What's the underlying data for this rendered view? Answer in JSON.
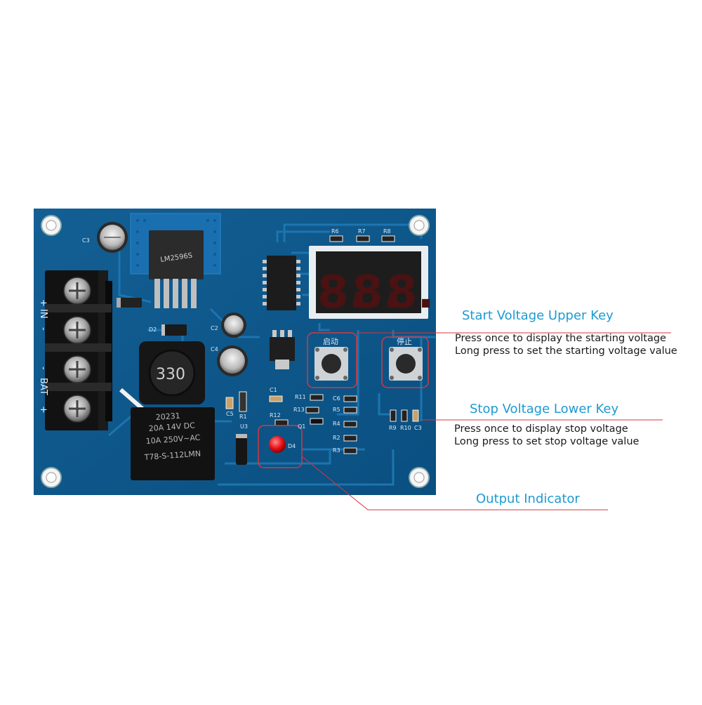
{
  "board": {
    "terminal_labels": [
      "+",
      "IN",
      "-",
      "-",
      "BAT",
      "+"
    ],
    "regulator_text": [
      "LM2596S"
    ],
    "inductor_text": "330",
    "relay_text": [
      "T78-S-112LMN",
      "10A 250V~AC",
      "20A 14V DC",
      "20231"
    ],
    "display_digits": [
      "8.",
      "8.",
      "8."
    ],
    "button_labels": [
      "启动",
      "停止"
    ],
    "component_labels": {
      "c3_top": "C3",
      "d2": "D2",
      "c2": "C2",
      "c4": "C4",
      "c5": "C5",
      "r1": "R1",
      "u3": "U3",
      "c1": "C1",
      "r12": "R12",
      "d4": "D4",
      "r6": "R6",
      "r7": "R7",
      "r8": "R8",
      "r11": "R11",
      "r13": "R13",
      "q1": "Q1",
      "c6": "C6",
      "r5": "R5",
      "r4": "R4",
      "r2": "R2",
      "r3": "R3",
      "r9": "R9",
      "r10": "R10",
      "c3_right": "C3"
    },
    "colors": {
      "pcb": "#0d5d92",
      "highlight": "#d9363e",
      "led": "#e8101a"
    }
  },
  "callouts": {
    "start": {
      "title": "Start Voltage Upper Key",
      "line1": "Press once to display the starting voltage",
      "line2": "Long press to set the starting voltage value"
    },
    "stop": {
      "title": "Stop Voltage Lower Key",
      "line1": "Press once to display stop voltage",
      "line2": "Long press to set stop voltage value"
    },
    "output": {
      "title": "Output Indicator"
    },
    "accent_color": "#1d9bd1",
    "line_color": "#d9363e"
  }
}
